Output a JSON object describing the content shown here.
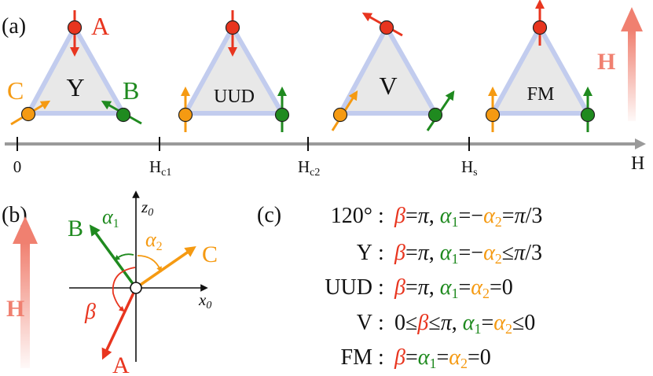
{
  "colors": {
    "A": "#e8351f",
    "B": "#1f8a1f",
    "C": "#f59a12",
    "triangle_fill": "#e8e8e8",
    "triangle_edge": "#c2ccee",
    "axis": "#9a9a9a",
    "H_arrow": "#f08070",
    "text": "#111111"
  },
  "panel_a": {
    "label": "(a)",
    "site_labels": {
      "A": "A",
      "B": "B",
      "C": "C"
    },
    "phases": [
      {
        "name": "Y"
      },
      {
        "name": "UUD"
      },
      {
        "name": "V"
      },
      {
        "name": "FM"
      }
    ],
    "axis": {
      "ticks": [
        {
          "main": "0",
          "sub": ""
        },
        {
          "main": "H",
          "sub": "c1"
        },
        {
          "main": "H",
          "sub": "c2"
        },
        {
          "main": "H",
          "sub": "s"
        }
      ],
      "label": "H"
    },
    "field_label": "H"
  },
  "panel_b": {
    "label": "(b)",
    "axes": {
      "z": "z",
      "x": "x",
      "sub": "0"
    },
    "labels": {
      "A": "A",
      "B": "B",
      "C": "C"
    },
    "angles": {
      "alpha": "α",
      "a1": "1",
      "a2": "2",
      "beta": "β"
    },
    "field_label": "H"
  },
  "panel_c": {
    "label": "(c)",
    "rows": [
      {
        "name": "120°",
        "eq": "β=π,  α₁=−α₂=π/3"
      },
      {
        "name": "Y",
        "eq": "β=π,  α₁=−α₂≤π/3"
      },
      {
        "name": "UUD",
        "eq": "β=π,  α₁=α₂=0"
      },
      {
        "name": "V",
        "eq": "0≤β≤π,  α₁=α₂≤0"
      },
      {
        "name": "FM",
        "eq": "β=α₁=α₂=0"
      }
    ]
  }
}
